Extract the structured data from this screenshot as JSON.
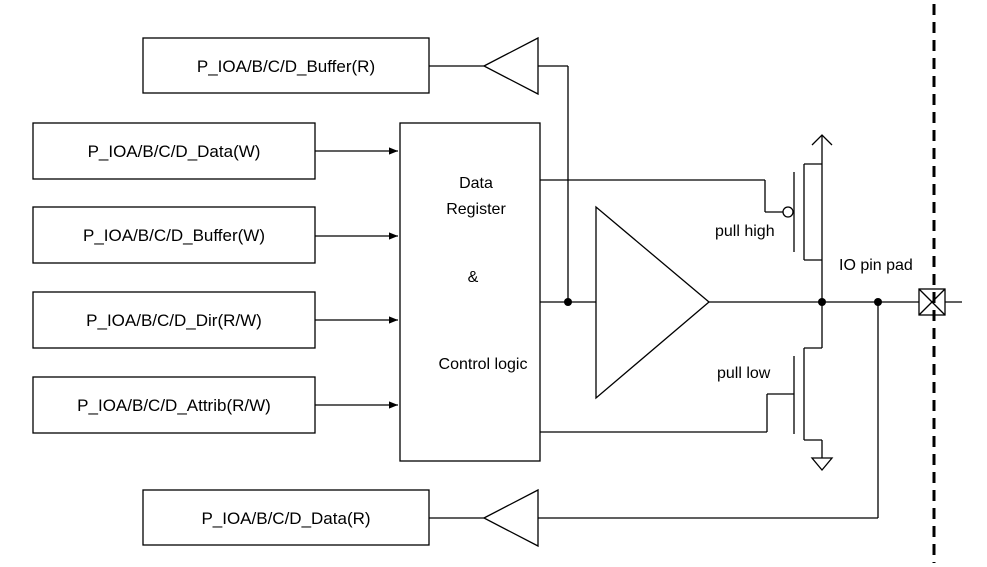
{
  "registers": {
    "buffer_read": "P_IOA/B/C/D_Buffer(R)",
    "data_write": "P_IOA/B/C/D_Data(W)",
    "buffer_write": "P_IOA/B/C/D_Buffer(W)",
    "dir_rw": "P_IOA/B/C/D_Dir(R/W)",
    "attrib_rw": "P_IOA/B/C/D_Attrib(R/W)",
    "data_read": "P_IOA/B/C/D_Data(R)"
  },
  "control_block": {
    "line1": "Data",
    "line2": "Register",
    "line3": "&",
    "line4": "Control logic"
  },
  "labels": {
    "pull_high": "pull high",
    "pull_low": "pull low",
    "io_pin_pad": "IO pin pad"
  }
}
